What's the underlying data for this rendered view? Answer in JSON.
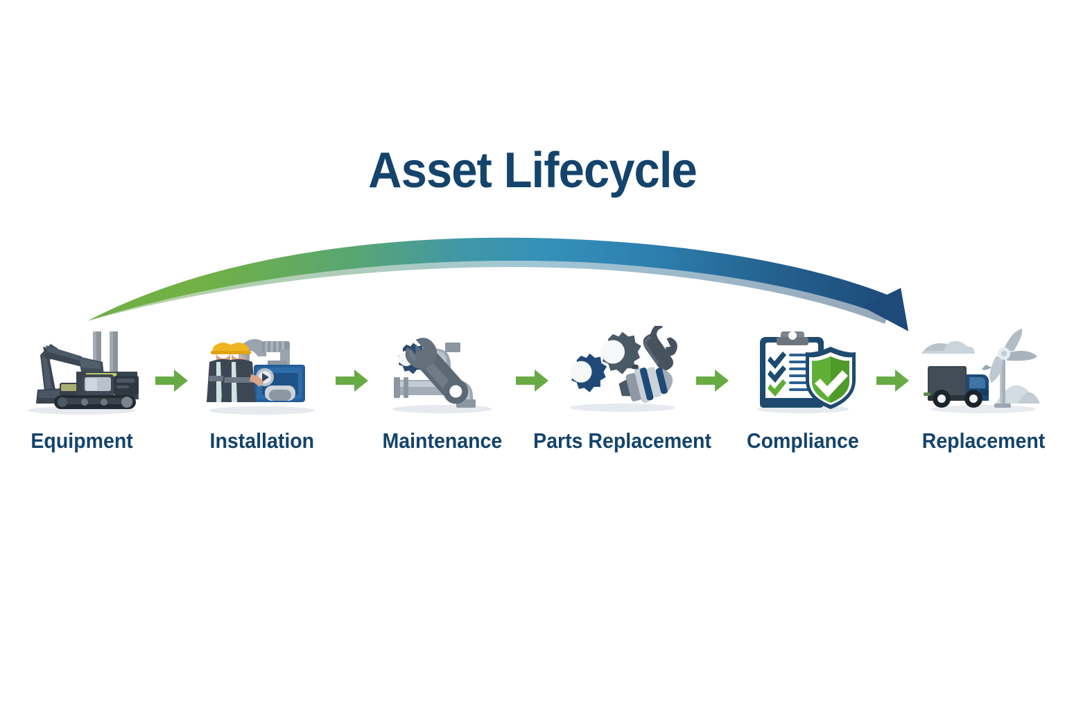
{
  "page": {
    "title": "Asset Lifecycle",
    "background_color": "#ffffff",
    "title_color": "#14436c"
  },
  "arc": {
    "name": "lifecycle-progress-arc",
    "gradient_stops": [
      "#6fae44",
      "#72b145",
      "#4aa08a",
      "#3b93b5",
      "#2f7bad",
      "#255f91",
      "#1d4a78"
    ],
    "arrow_color": "#1d4a78",
    "direction": "left-to-right"
  },
  "connector_arrow": {
    "color": "#68ab45",
    "name": "step-arrow-icon"
  },
  "steps": [
    {
      "label": "Equipment",
      "icon": "excavator-icon",
      "colors": {
        "body": "#3d4651",
        "accent": "#b4b84a",
        "dark": "#2b333c",
        "post": "#8c939b"
      }
    },
    {
      "label": "Installation",
      "icon": "workers-machinery-icon",
      "colors": {
        "helmet": "#f0b41e",
        "uniform": "#3d4653",
        "machine": "#235d98",
        "pipe": "#9aa3ad"
      }
    },
    {
      "label": "Maintenance",
      "icon": "wrench-pipes-gear-icon",
      "colors": {
        "wrench": "#5c6873",
        "pipe": "#9aa5b0",
        "gear": "#26466b"
      }
    },
    {
      "label": "Parts Replacement",
      "icon": "gears-nozzle-icon",
      "colors": {
        "gear_dark": "#4a5966",
        "gear_blue": "#1f4a77",
        "nozzle": "#8e99a4"
      }
    },
    {
      "label": "Compliance",
      "icon": "clipboard-shield-icon",
      "colors": {
        "clipboard": "#1d4a6e",
        "clip": "#7b858f",
        "shield": "#5fae35",
        "check_green": "#5fae35",
        "check_navy": "#1d4a6e"
      }
    },
    {
      "label": "Replacement",
      "icon": "truck-wind-turbine-icon",
      "colors": {
        "truck_body": "#3a434d",
        "truck_cab": "#1d4a78",
        "turbine": "#a7b1bb",
        "mountain": "#c9d1d8"
      }
    }
  ]
}
